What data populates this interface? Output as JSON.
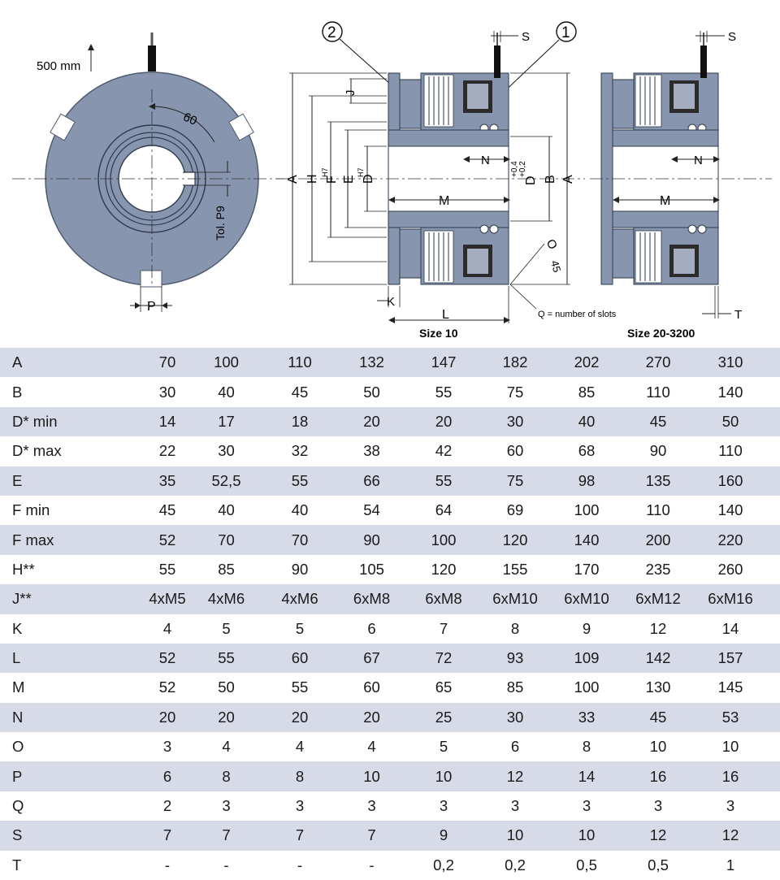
{
  "drawing": {
    "cable_length": "500 mm",
    "angle": "60",
    "tolerance": "Tol. P9",
    "dim_p": "P",
    "callout_1": "1",
    "callout_2": "2",
    "dim_s": "S",
    "dim_j": "J",
    "dim_a": "A",
    "dim_h": "H",
    "dim_f": "F",
    "dim_e": "E",
    "dim_d": "D",
    "fit_h7": "H7",
    "dim_n": "N",
    "dim_m": "M",
    "dim_b": "B",
    "tol_plus": "+0,4",
    "tol_plus2": "+0,2",
    "dim_o": "O",
    "angle_45": "45",
    "dim_k": "K",
    "dim_l": "L",
    "dim_t": "T",
    "q_note": "Q = number of slots",
    "caption_left": "Size 10",
    "caption_right": "Size 20-3200"
  },
  "table": {
    "rows": [
      {
        "label": "A",
        "values": [
          "70",
          "100",
          "110",
          "132",
          "147",
          "182",
          "202",
          "270",
          "310"
        ]
      },
      {
        "label": "B",
        "values": [
          "30",
          "40",
          "45",
          "50",
          "55",
          "75",
          "85",
          "110",
          "140"
        ]
      },
      {
        "label": "D* min",
        "values": [
          "14",
          "17",
          "18",
          "20",
          "20",
          "30",
          "40",
          "45",
          "50"
        ]
      },
      {
        "label": "D* max",
        "values": [
          "22",
          "30",
          "32",
          "38",
          "42",
          "60",
          "68",
          "90",
          "110"
        ]
      },
      {
        "label": "E",
        "values": [
          "35",
          "52,5",
          "55",
          "66",
          "55",
          "75",
          "98",
          "135",
          "160"
        ]
      },
      {
        "label": "F min",
        "values": [
          "45",
          "40",
          "40",
          "54",
          "64",
          "69",
          "100",
          "110",
          "140"
        ]
      },
      {
        "label": "F max",
        "values": [
          "52",
          "70",
          "70",
          "90",
          "100",
          "120",
          "140",
          "200",
          "220"
        ]
      },
      {
        "label": "H**",
        "values": [
          "55",
          "85",
          "90",
          "105",
          "120",
          "155",
          "170",
          "235",
          "260"
        ]
      },
      {
        "label": "J**",
        "values": [
          "4xM5",
          "4xM6",
          "4xM6",
          "6xM8",
          "6xM8",
          "6xM10",
          "6xM10",
          "6xM12",
          "6xM16"
        ]
      },
      {
        "label": "K",
        "values": [
          "4",
          "5",
          "5",
          "6",
          "7",
          "8",
          "9",
          "12",
          "14"
        ]
      },
      {
        "label": "L",
        "values": [
          "52",
          "55",
          "60",
          "67",
          "72",
          "93",
          "109",
          "142",
          "157"
        ]
      },
      {
        "label": "M",
        "values": [
          "52",
          "50",
          "55",
          "60",
          "65",
          "85",
          "100",
          "130",
          "145"
        ]
      },
      {
        "label": "N",
        "values": [
          "20",
          "20",
          "20",
          "20",
          "25",
          "30",
          "33",
          "45",
          "53"
        ]
      },
      {
        "label": "O",
        "values": [
          "3",
          "4",
          "4",
          "4",
          "5",
          "6",
          "8",
          "10",
          "10"
        ]
      },
      {
        "label": "P",
        "values": [
          "6",
          "8",
          "8",
          "10",
          "10",
          "12",
          "14",
          "16",
          "16"
        ]
      },
      {
        "label": "Q",
        "values": [
          "2",
          "3",
          "3",
          "3",
          "3",
          "3",
          "3",
          "3",
          "3"
        ]
      },
      {
        "label": "S",
        "values": [
          "7",
          "7",
          "7",
          "7",
          "9",
          "10",
          "10",
          "12",
          "12"
        ]
      },
      {
        "label": "T",
        "values": [
          "-",
          "-",
          "-",
          "-",
          "0,2",
          "0,2",
          "0,5",
          "0,5",
          "1"
        ]
      }
    ]
  }
}
